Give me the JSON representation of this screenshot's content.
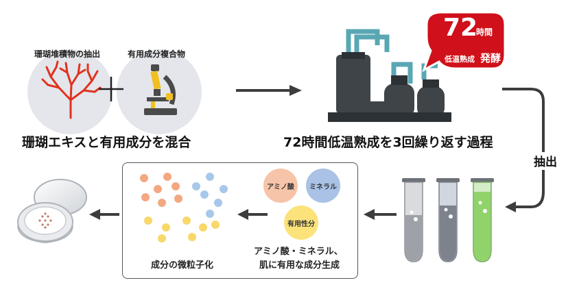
{
  "step1": {
    "left_label": "珊瑚堆積物の抽出",
    "right_label": "有用成分複合物",
    "caption": "珊瑚エキスと有用成分を混合",
    "left_icon": "coral-icon",
    "right_icon": "microscope-icon"
  },
  "step2": {
    "badge_number": "72",
    "badge_unit": "時間",
    "badge_sub": "低温熟成",
    "badge_emph": "発酵",
    "caption": "72時間低温熟成を3回繰り返す過程",
    "icon": "factory-tanks-icon"
  },
  "extract_label": "抽出",
  "step4": {
    "bubble1": "アミノ酸",
    "bubble2": "ミネラル",
    "bubble3": "有用性分",
    "caption_line1": "アミノ酸・ミネラル、",
    "caption_line2": "肌に有用な成分生成",
    "particles_caption": "成分の微粒子化"
  },
  "colors": {
    "badge_red": "#d0101a",
    "bubble_amino": "#f6c4a8",
    "bubble_mineral": "#a9c2e6",
    "bubble_useful": "#fbe27a",
    "tube_green": "#8fd36a",
    "arrow_gray": "#3d3d3d"
  }
}
